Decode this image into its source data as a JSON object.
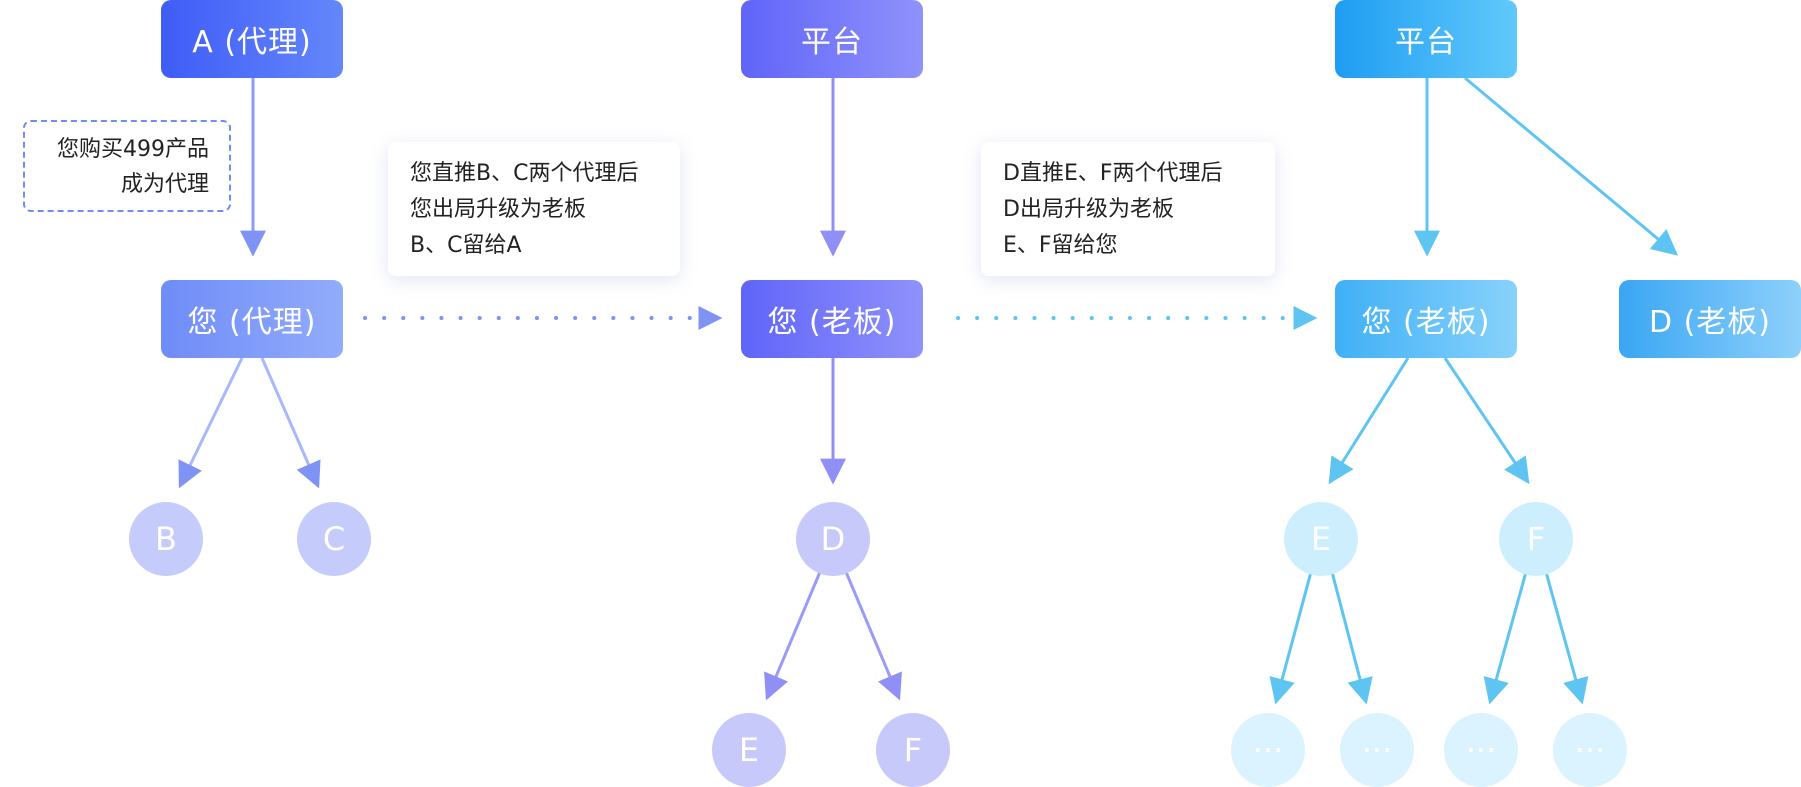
{
  "colors": {
    "indigo": "#3f5cf7",
    "purple": "#6064f8",
    "cyan": "#1e9df2",
    "arrow_indigo": "#8a9ef7",
    "arrow_purple": "#8f8ff5",
    "arrow_cyan": "#5ec5f3"
  },
  "stage1": {
    "top_label": "A (代理)",
    "you_label": "您 (代理)",
    "child_b": "B",
    "child_c": "C",
    "note_line1": "您购买499产品",
    "note_line2": "成为代理"
  },
  "note1": {
    "line1": "您直推B、C两个代理后",
    "line2": "您出局升级为老板",
    "line3": "B、C留给A"
  },
  "stage2": {
    "top_label": "平台",
    "you_label": "您 (老板)",
    "child_d": "D",
    "child_e": "E",
    "child_f": "F"
  },
  "note2": {
    "line1": "D直推E、F两个代理后",
    "line2": "D出局升级为老板",
    "line3": "E、F留给您"
  },
  "stage3": {
    "top_label": "平台",
    "you_label": "您 (老板)",
    "d_label": "D (老板)",
    "child_e": "E",
    "child_f": "F",
    "more1": "···",
    "more2": "···",
    "more3": "···",
    "more4": "···"
  }
}
